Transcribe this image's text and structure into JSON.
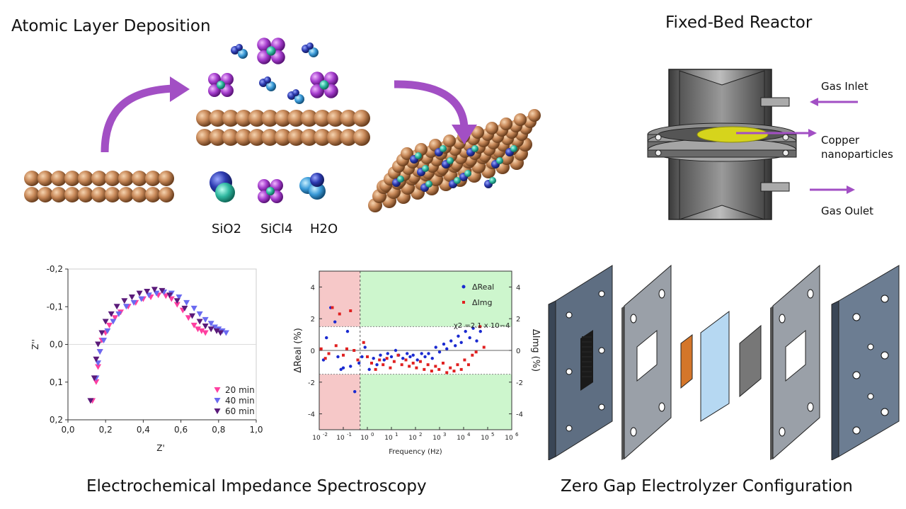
{
  "titles": {
    "ald": "Atomic Layer Deposition",
    "reactor": "Fixed-Bed Reactor",
    "eis": "Electrochemical Impedance Spectroscopy",
    "electrolyzer": "Zero Gap Electrolyzer Configuration"
  },
  "molecules": {
    "sio2": "SiO2",
    "sicl4": "SiCl4",
    "h2o": "H2O"
  },
  "reactor_labels": {
    "gas_inlet": "Gas Inlet",
    "copper_line1": "Copper",
    "copper_line2": "nanoparticles",
    "gas_outlet": "Gas Oulet"
  },
  "colors": {
    "arrow": "#a24fc4",
    "copper": "#c98a5a",
    "pink": "#ff3fa0",
    "blue": "#6a6af0",
    "purple": "#5a1a7a"
  },
  "chart_data": [
    {
      "type": "scatter",
      "xlabel": "Z'",
      "ylabel": "Z''",
      "xlim": [
        0.0,
        1.0
      ],
      "ylim": [
        0.2,
        -0.2
      ],
      "xticks": [
        "0,0",
        "0,2",
        "0,4",
        "0,6",
        "0,8",
        "1,0"
      ],
      "yticks": [
        "-0,2",
        "-0,1",
        "0,0",
        "0,1",
        "0,2"
      ],
      "legend_placement": "bottom-right",
      "series": [
        {
          "name": "20 min",
          "color": "#ff3fa0",
          "x": [
            0.13,
            0.15,
            0.16,
            0.17,
            0.18,
            0.2,
            0.22,
            0.25,
            0.28,
            0.32,
            0.36,
            0.4,
            0.44,
            0.48,
            0.52,
            0.55,
            0.58,
            0.61,
            0.64,
            0.67,
            0.69,
            0.71,
            0.73
          ],
          "y": [
            0.15,
            0.1,
            0.06,
            0.02,
            -0.01,
            -0.03,
            -0.05,
            -0.07,
            -0.085,
            -0.1,
            -0.11,
            -0.12,
            -0.125,
            -0.13,
            -0.128,
            -0.12,
            -0.105,
            -0.09,
            -0.07,
            -0.05,
            -0.04,
            -0.035,
            -0.03
          ]
        },
        {
          "name": "40 min",
          "color": "#6a6af0",
          "x": [
            0.15,
            0.16,
            0.17,
            0.19,
            0.21,
            0.24,
            0.27,
            0.31,
            0.35,
            0.39,
            0.43,
            0.47,
            0.51,
            0.55,
            0.59,
            0.63,
            0.67,
            0.7,
            0.73,
            0.76,
            0.78,
            0.8,
            0.82,
            0.84
          ],
          "y": [
            0.09,
            0.05,
            0.02,
            -0.01,
            -0.035,
            -0.06,
            -0.08,
            -0.1,
            -0.11,
            -0.12,
            -0.13,
            -0.135,
            -0.138,
            -0.135,
            -0.125,
            -0.11,
            -0.095,
            -0.08,
            -0.065,
            -0.055,
            -0.045,
            -0.04,
            -0.035,
            -0.03
          ]
        },
        {
          "name": "60 min",
          "color": "#5a1a7a",
          "x": [
            0.12,
            0.14,
            0.15,
            0.16,
            0.18,
            0.2,
            0.23,
            0.26,
            0.3,
            0.34,
            0.38,
            0.42,
            0.46,
            0.5,
            0.54,
            0.58,
            0.62,
            0.66,
            0.7,
            0.73,
            0.76,
            0.79,
            0.81
          ],
          "y": [
            0.15,
            0.09,
            0.04,
            0.0,
            -0.03,
            -0.06,
            -0.08,
            -0.1,
            -0.115,
            -0.125,
            -0.135,
            -0.14,
            -0.145,
            -0.142,
            -0.13,
            -0.115,
            -0.095,
            -0.075,
            -0.06,
            -0.048,
            -0.04,
            -0.035,
            -0.03
          ]
        }
      ]
    },
    {
      "type": "scatter",
      "xlabel": "Frequency (Hz)",
      "ylabel": "ΔReal (%)",
      "ylabel_right": "ΔImg (%)",
      "x_scale": "log",
      "xlim": [
        0.01,
        1000000
      ],
      "ylim": [
        -5,
        5
      ],
      "xticks": [
        "10-2",
        "10-1",
        "100",
        "101",
        "102",
        "103",
        "104",
        "105",
        "106"
      ],
      "yticks": [
        "4",
        "2",
        "0",
        "-2",
        "-4"
      ],
      "bands": [
        1.5,
        -1.5
      ],
      "shaded_low_region_end": 0.5,
      "annotation": "χ2 =2.1 x 10−4",
      "legend_placement": "top-right",
      "series": [
        {
          "name": "ΔReal",
          "color": "#1a2ad0",
          "x": [
            0.015,
            0.02,
            0.03,
            0.045,
            0.06,
            0.08,
            0.1,
            0.15,
            0.2,
            0.3,
            0.45,
            0.6,
            0.8,
            1.2,
            1.8,
            2.5,
            3.5,
            5,
            7,
            10,
            15,
            20,
            30,
            45,
            60,
            80,
            120,
            180,
            250,
            350,
            500,
            700,
            1000,
            1500,
            2000,
            3000,
            4500,
            6000,
            8000,
            12000,
            18000,
            25000,
            35000,
            50000
          ],
          "y": [
            -0.6,
            0.8,
            2.7,
            1.8,
            -0.4,
            -1.2,
            -1.1,
            1.2,
            -1.0,
            -2.6,
            -0.8,
            -0.4,
            0.2,
            -1.2,
            -0.5,
            -0.9,
            -0.3,
            -0.6,
            -0.2,
            -0.4,
            0.0,
            -0.3,
            -0.5,
            -0.2,
            -0.4,
            -0.3,
            -0.6,
            -0.2,
            -0.4,
            -0.2,
            -0.5,
            0.2,
            -0.1,
            0.4,
            0.1,
            0.6,
            0.3,
            0.9,
            0.5,
            1.2,
            0.8,
            1.4,
            0.6,
            1.2
          ]
        },
        {
          "name": "ΔImg",
          "color": "#e02020",
          "x": [
            0.012,
            0.018,
            0.025,
            0.035,
            0.05,
            0.07,
            0.1,
            0.14,
            0.2,
            0.28,
            0.4,
            0.7,
            1,
            1.5,
            2.2,
            3.2,
            4.5,
            6.5,
            9,
            13,
            19,
            27,
            40,
            55,
            80,
            110,
            160,
            230,
            330,
            470,
            680,
            950,
            1400,
            2000,
            2800,
            4000,
            5600,
            8000,
            11000,
            16000,
            23000,
            33000,
            48000,
            70000
          ],
          "y": [
            0.1,
            -0.5,
            -0.2,
            2.7,
            0.3,
            2.3,
            -0.3,
            0.1,
            2.5,
            0.0,
            -0.6,
            0.5,
            -0.4,
            -0.8,
            -1.2,
            -0.6,
            -0.9,
            -0.5,
            -1.1,
            -0.7,
            -0.3,
            -0.9,
            -0.6,
            -1.0,
            -0.8,
            -1.1,
            -0.7,
            -1.2,
            -0.9,
            -1.3,
            -1.0,
            -1.2,
            -0.8,
            -1.4,
            -1.1,
            -1.3,
            -0.9,
            -1.2,
            -0.6,
            -0.9,
            -0.3,
            -0.1,
            1.5,
            0.2
          ]
        }
      ]
    }
  ]
}
